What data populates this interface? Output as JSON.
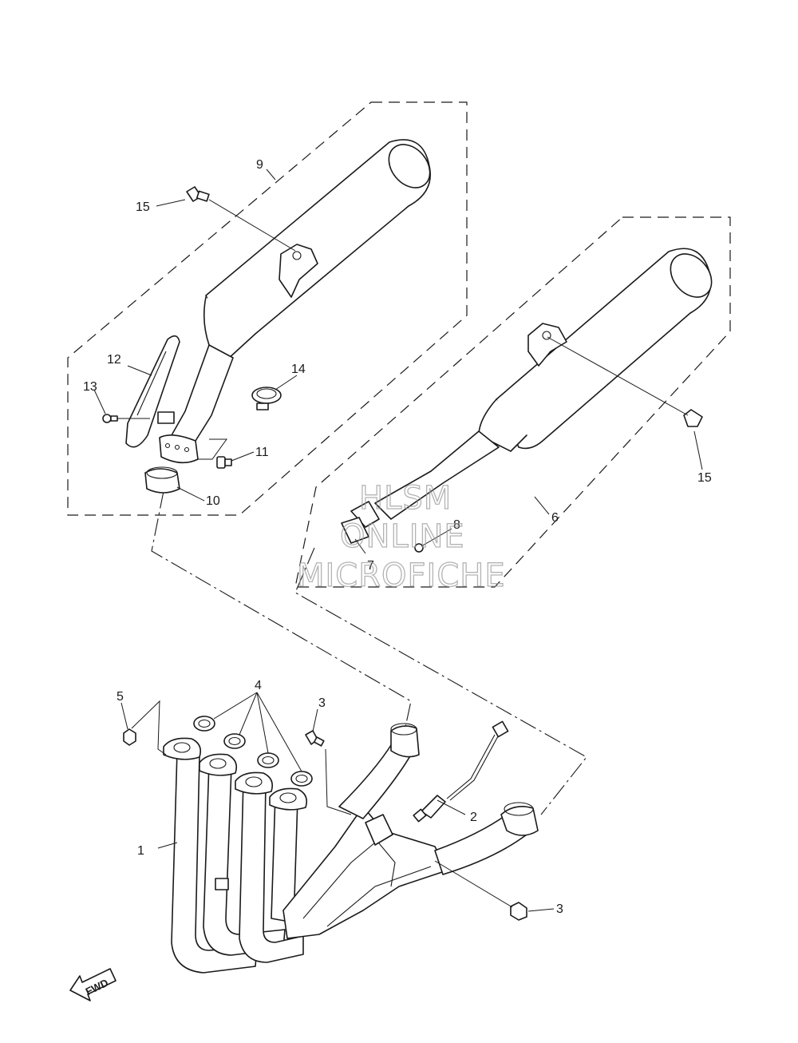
{
  "callouts": {
    "c1": "1",
    "c2": "2",
    "c3a": "3",
    "c3b": "3",
    "c4": "4",
    "c5": "5",
    "c6": "6",
    "c7": "7",
    "c8": "8",
    "c9": "9",
    "c10": "10",
    "c11": "11",
    "c12": "12",
    "c13": "13",
    "c14": "14",
    "c15a": "15",
    "c15b": "15"
  },
  "watermark": {
    "line1": "HLSM",
    "line2": "ONLINE",
    "line3": "MICROFICHE"
  },
  "fwd_arrow": {
    "label": "FWD"
  }
}
